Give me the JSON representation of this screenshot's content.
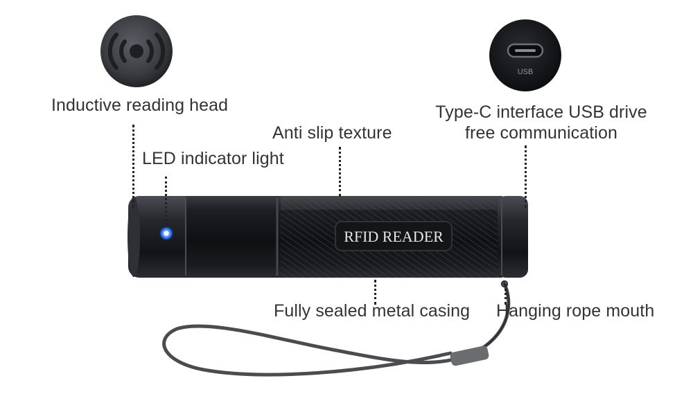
{
  "labels": {
    "reading_head": "Inductive reading head",
    "led": "LED indicator light",
    "anti_slip": "Anti slip texture",
    "usb_line1": "Type-C interface USB drive",
    "usb_line2": "free communication",
    "casing": "Fully sealed metal casing",
    "rope_mouth": "Hanging rope mouth"
  },
  "device": {
    "brand_text": "RFID READER",
    "usb_port_text": "USB"
  },
  "icons": {
    "reading_head": "signal-waves-icon",
    "usb_port": "type-c-port-icon",
    "led": "led-indicator-icon"
  },
  "colors": {
    "label_text": "#333333",
    "led": "#1f5fe0",
    "device_body": "#141517"
  }
}
